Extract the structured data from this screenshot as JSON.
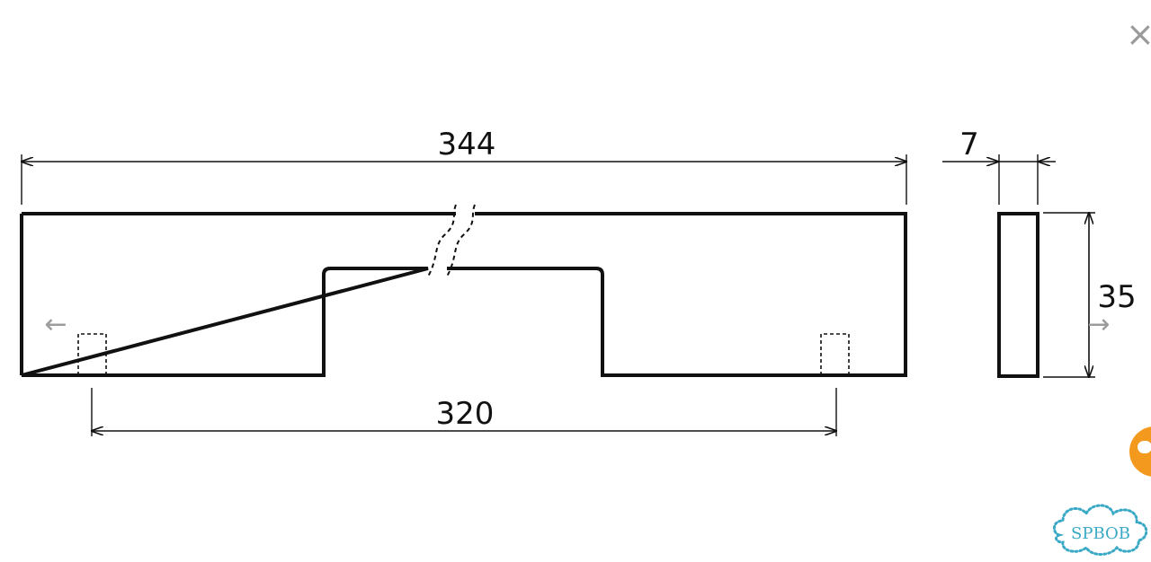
{
  "viewer": {
    "close_icon": "close-icon",
    "prev_icon": "arrow-left-icon",
    "next_icon": "arrow-right-icon",
    "chat_icon": "chat-bubble-icon",
    "chat_color": "#f39a1e",
    "close_glyph": "×",
    "prev_glyph": "←",
    "next_glyph": "→"
  },
  "drawing": {
    "overall_length": "344",
    "hole_spacing": "320",
    "thickness": "7",
    "height": "35",
    "line_color": "#111111"
  },
  "watermark": {
    "text": "SPBOB",
    "color": "#3aa9c6"
  }
}
